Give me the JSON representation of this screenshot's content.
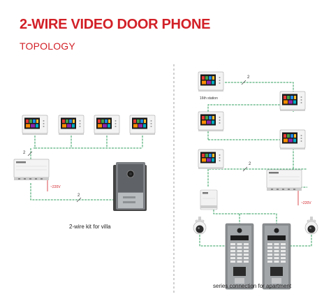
{
  "header": {
    "title": "2-WIRE VIDEO DOOR PHONE",
    "subtitle": "TOPOLOGY"
  },
  "villa": {
    "caption": "2-wire kit for villa",
    "wire_label": "2",
    "voltage": "~220V"
  },
  "apartment": {
    "caption": "series connection for apartment",
    "station_label": "16th station",
    "wire_label": "2",
    "voltage": "~220V"
  },
  "colors": {
    "title": "#d22027",
    "wire": "#2e9e5b",
    "voltage": "#d22027",
    "divider": "#888888"
  }
}
